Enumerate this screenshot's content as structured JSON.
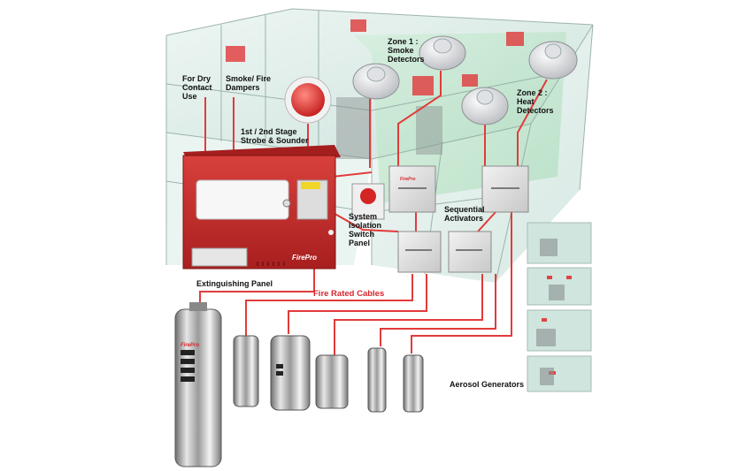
{
  "colors": {
    "cable": "#e23b3b",
    "panel": "#c42a2a",
    "glass": "#cfe7e0",
    "zone_green": "#b8e8c4",
    "brand": "#d8252c"
  },
  "labels": {
    "dry_contact": "For Dry\nContact\nUse",
    "dampers": "Smoke/ Fire\nDampers",
    "strobe": "1st / 2nd  Stage\nStrobe & Sounder",
    "zone1": "Zone 1 :\nSmoke\nDetectors",
    "zone2": "Zone 2 :\nHeat\nDetectors",
    "isolation": "System\nIsolation\nSwitch\nPanel",
    "activators": "Sequential\nActivators",
    "panel": "Extinguishing Panel",
    "cables": "Fire Rated Cables",
    "generators": "Aerosol Generators"
  },
  "brand": {
    "panel_logo": "FirePro",
    "activator_logo": "FirePro",
    "generator_logo": "FirePro"
  },
  "icons": [
    "smoke-detector-icon",
    "heat-detector-icon",
    "strobe-sounder-icon",
    "isolation-switch-icon"
  ]
}
